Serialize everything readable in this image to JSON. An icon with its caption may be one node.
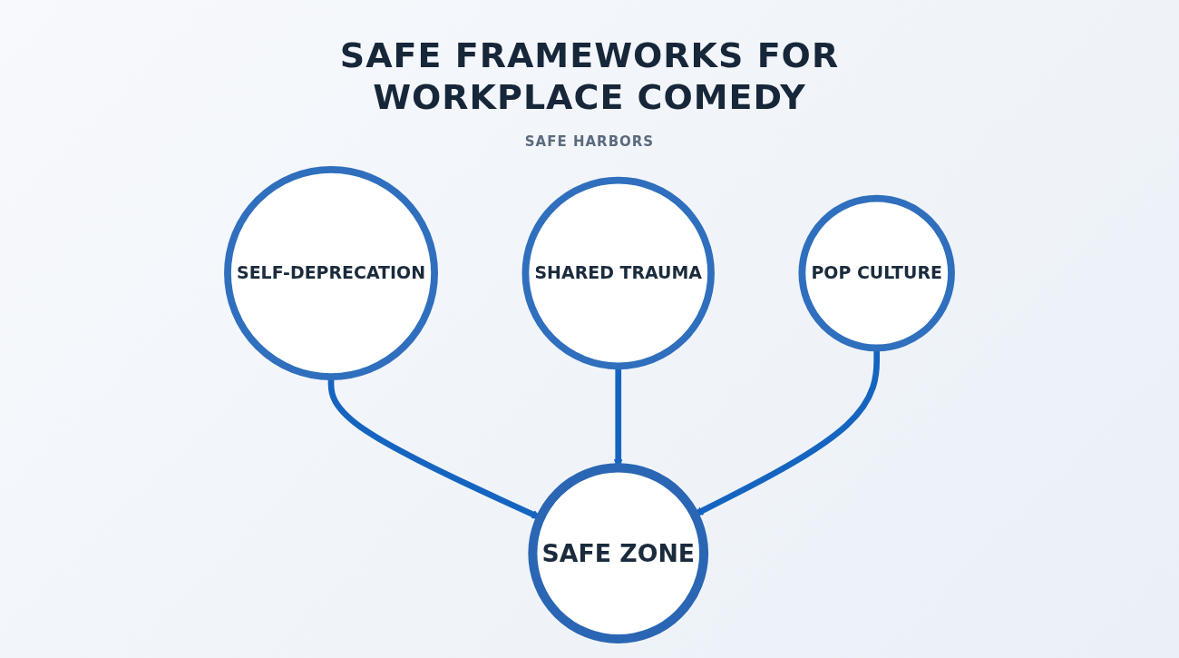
{
  "diagram": {
    "title": "SAFE FRAMEWORKS FOR WORKPLACE COMEDY",
    "nodes": [
      {
        "text": [
          "SELF-DEPRECATION"
        ]
      },
      {
        "text": [
          "SHARED TRAUMA"
        ]
      },
      {
        "text": [
          "POP CULTURE"
        ]
      },
      {
        "text": [
          "SAFE ZONE"
        ]
      }
    ],
    "edges": [
      {
        "from": 0,
        "to": 3,
        "arrow": "to"
      },
      {
        "from": 1,
        "to": 3,
        "arrow": "to"
      },
      {
        "from": 2,
        "to": 3,
        "arrow": "to"
      }
    ],
    "labels": [
      "SAFE HARBORS"
    ]
  }
}
